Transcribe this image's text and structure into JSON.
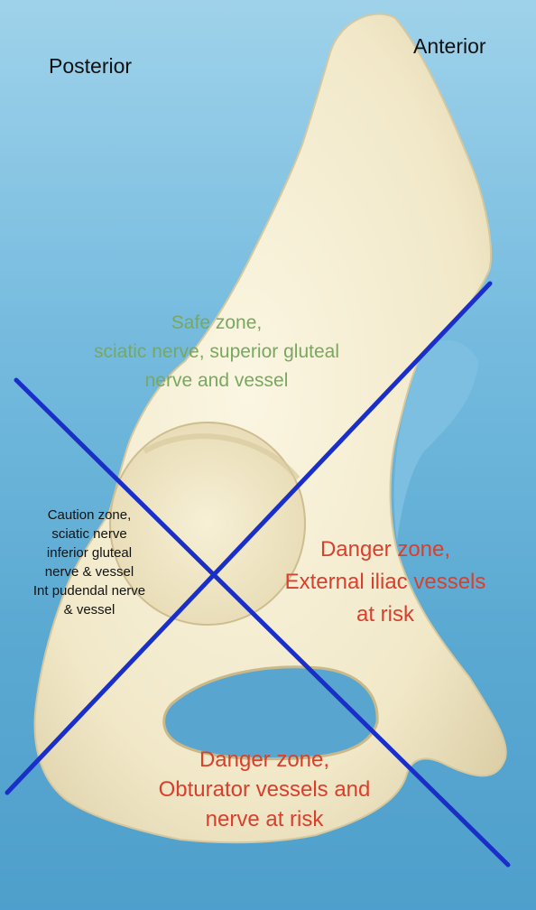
{
  "orientation": {
    "posterior": "Posterior",
    "anterior": "Anterior"
  },
  "zones": {
    "safe": {
      "lines": [
        "Safe zone,",
        "sciatic nerve, superior gluteal",
        "nerve and vessel"
      ],
      "color": "#78a85f"
    },
    "caution": {
      "lines": [
        "Caution zone,",
        "sciatic nerve",
        "inferior gluteal",
        "nerve & vessel",
        "Int pudendal nerve",
        "& vessel"
      ],
      "color": "#111111"
    },
    "danger_iliac": {
      "lines": [
        "Danger zone,",
        "External iliac vessels",
        "at risk"
      ],
      "color": "#d8402e"
    },
    "danger_obturator": {
      "lines": [
        "Danger zone,",
        "Obturator vessels and",
        "nerve at risk"
      ],
      "color": "#d8402e"
    }
  },
  "colors": {
    "divider_lines": "#1a2fc8",
    "bone": "#f3ecd0",
    "background": "#6fb6dc"
  }
}
